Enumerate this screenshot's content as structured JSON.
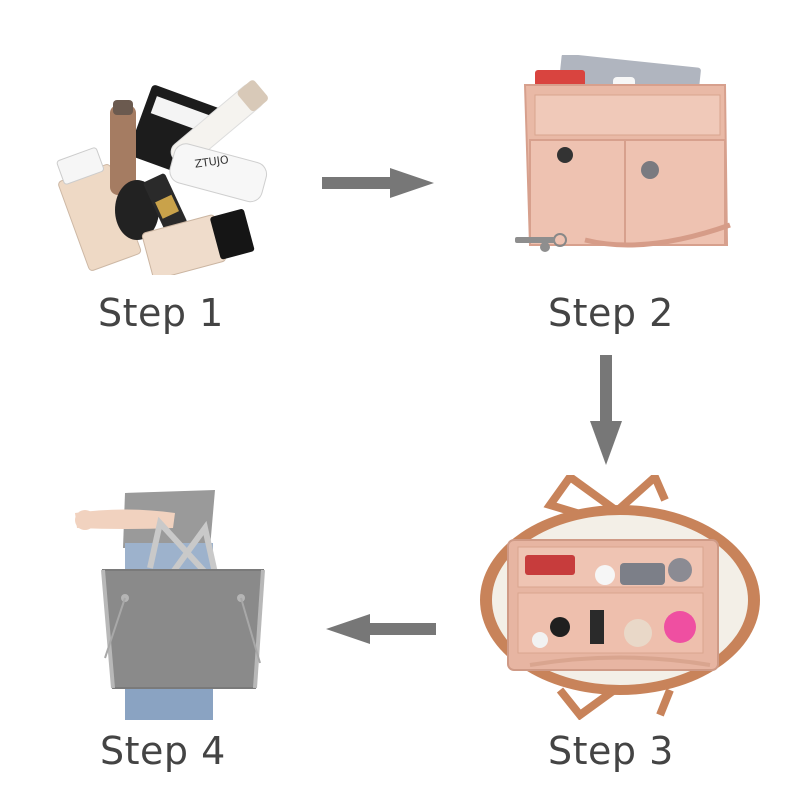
{
  "steps": [
    {
      "label": "Step 1",
      "image": "loose cosmetics pile"
    },
    {
      "label": "Step 2",
      "image": "pink felt organizer filled with items"
    },
    {
      "label": "Step 3",
      "image": "organizer inserted into tote bag"
    },
    {
      "label": "Step 4",
      "image": "person carrying grey tote bag"
    }
  ],
  "product_text": "ZTUJO",
  "arrows": [
    "arrow-right",
    "arrow-down",
    "arrow-left"
  ],
  "colors": {
    "label": "#444444",
    "arrow": "#777777",
    "felt_pink": "#e9b9a6",
    "tote_grey": "#8a8a8a",
    "leather_trim": "#c8835a"
  }
}
